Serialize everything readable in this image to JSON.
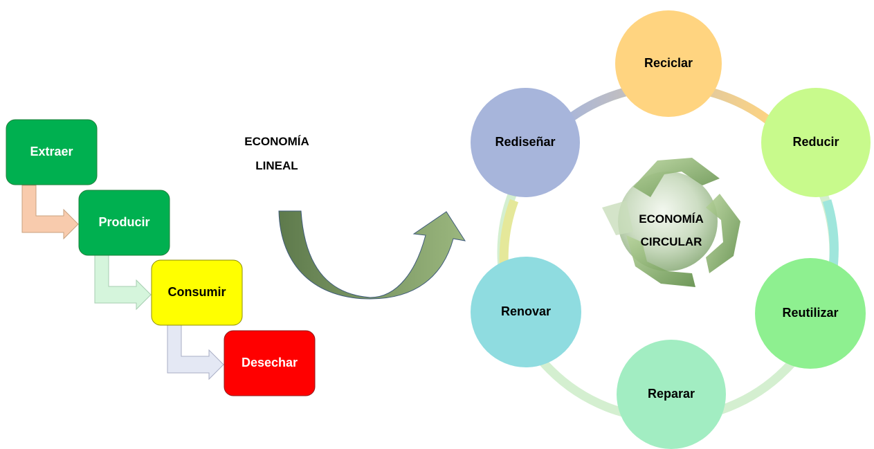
{
  "linear": {
    "title_line1": "ECONOMÍA",
    "title_line2": "LINEAL",
    "steps": [
      {
        "label": "Extraer",
        "fill": "#00B050",
        "text_color": "#FFFFFF"
      },
      {
        "label": "Producir",
        "fill": "#00B050",
        "text_color": "#FFFFFF"
      },
      {
        "label": "Consumir",
        "fill": "#FFFF00",
        "text_color": "#000000"
      },
      {
        "label": "Desechar",
        "fill": "#FF0000",
        "text_color": "#FFFFFF"
      }
    ],
    "connector_colors": [
      "#F8CBAD",
      "#D5F5DC",
      "#E4E8F4"
    ]
  },
  "circular": {
    "title_line1": "ECONOMÍA",
    "title_line2": "CIRCULAR",
    "center_icon": "recycle-globe-icon",
    "nodes": [
      {
        "label": "Reciclar",
        "color": "#FFD480"
      },
      {
        "label": "Reducir",
        "color": "#C8FA8C"
      },
      {
        "label": "Reutilizar",
        "color": "#8EF090"
      },
      {
        "label": "Reparar",
        "color": "#A2EDC2"
      },
      {
        "label": "Renovar",
        "color": "#8FDCE0"
      },
      {
        "label": "Rediseñar",
        "color": "#A7B5DB"
      }
    ]
  },
  "transition_arrow": {
    "color": "#7A9A64",
    "icon": "curved-arrow-icon"
  }
}
